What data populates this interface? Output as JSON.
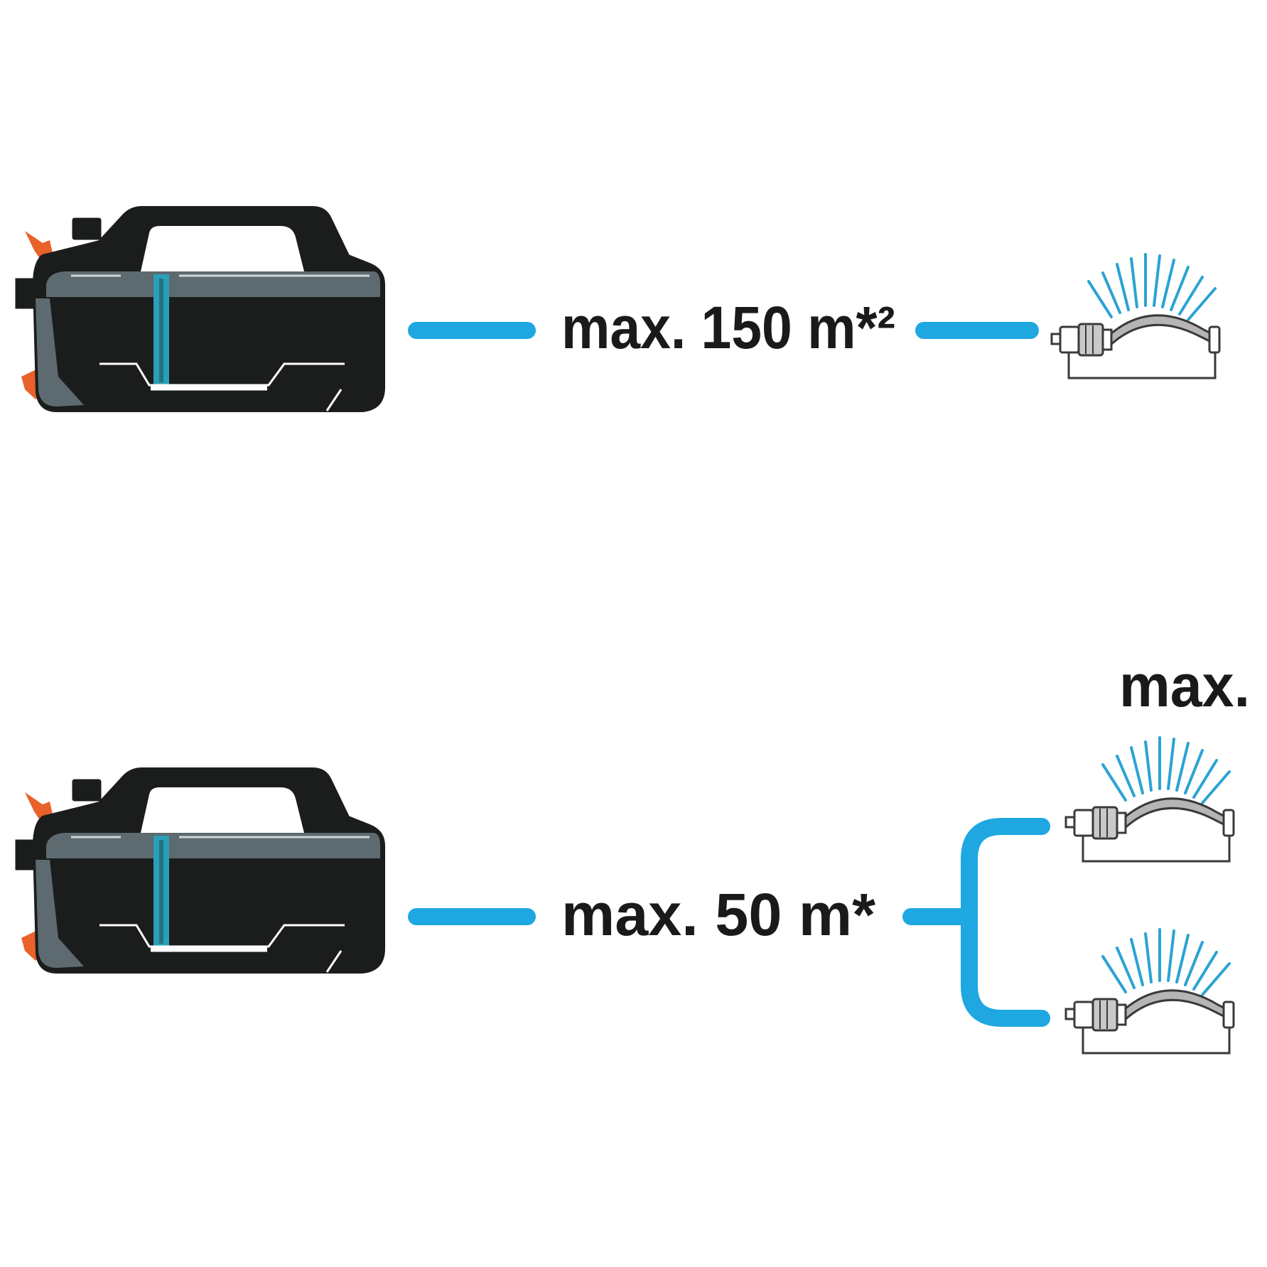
{
  "rows": [
    {
      "label": "max. 150 m*²",
      "sprinkler_count": 1
    },
    {
      "label": "max. 50 m*",
      "sprinkler_count": 2,
      "sprinkler_group_caption": "max."
    }
  ],
  "colors": {
    "hose": "#1ea7e1",
    "pump_body": "#1b1d1d",
    "pump_panel": "#5d6a6f",
    "pump_accent": "#2a9fb8",
    "valve": "#e8622a",
    "sprinkler_outline": "#3a3a3a",
    "sprinkler_arm": "#b5b5b5",
    "spray": "#2ba3d3"
  }
}
